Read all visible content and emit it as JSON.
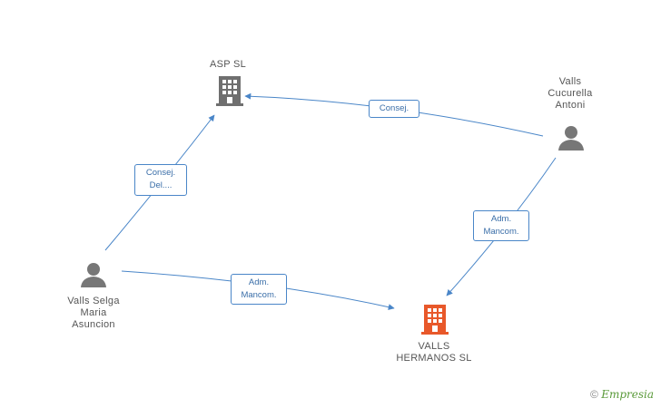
{
  "colors": {
    "edge": "#4a86c8",
    "person": "#777777",
    "company": "#6f6f6f",
    "company_highlight": "#e8582a"
  },
  "nodes": {
    "asp": {
      "label_lines": [
        "ASP SL"
      ],
      "icon": "building-icon"
    },
    "valls_cucurella": {
      "label_lines": [
        "Valls",
        "Cucurella",
        "Antoni"
      ],
      "icon": "person-icon"
    },
    "valls_selga": {
      "label_lines": [
        "Valls Selga",
        "Maria",
        "Asuncion"
      ],
      "icon": "person-icon"
    },
    "valls_hermanos": {
      "label_lines": [
        "VALLS",
        "HERMANOS SL"
      ],
      "icon": "building-icon"
    }
  },
  "edges": {
    "cucurella_asp": {
      "label_lines": [
        "Consej."
      ]
    },
    "selga_asp": {
      "label_lines": [
        "Consej.",
        "Del...."
      ]
    },
    "cucurella_hermanos": {
      "label_lines": [
        "Adm.",
        "Mancom."
      ]
    },
    "selga_hermanos": {
      "label_lines": [
        "Adm.",
        "Mancom."
      ]
    }
  },
  "watermark": {
    "symbol": "©",
    "brand": "Empresia"
  }
}
